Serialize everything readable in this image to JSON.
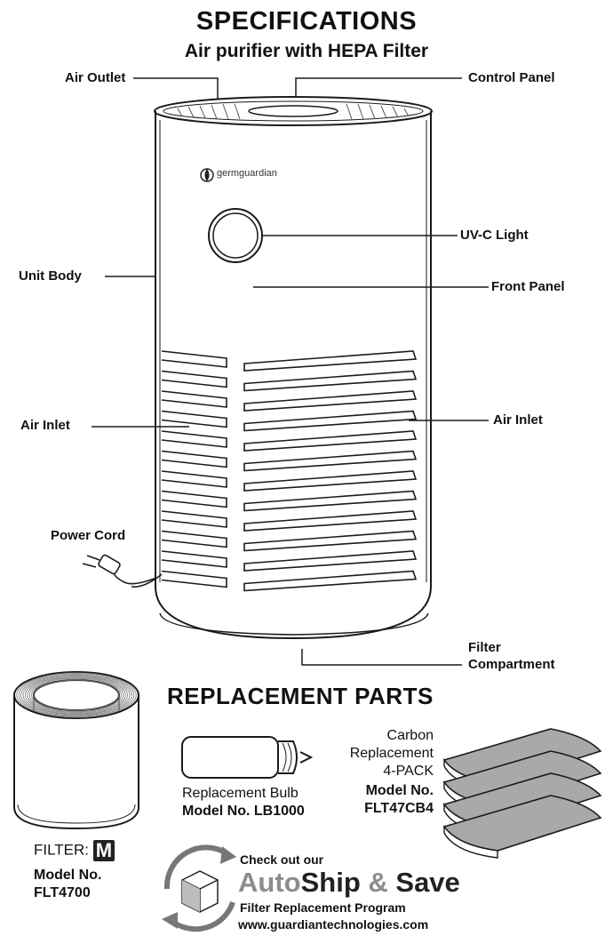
{
  "header": {
    "title": "SPECIFICATIONS",
    "subtitle": "Air purifier with HEPA Filter"
  },
  "brand": "germguardian",
  "callouts": {
    "air_outlet": "Air Outlet",
    "control_panel": "Control Panel",
    "uv_light": "UV-C Light",
    "unit_body": "Unit Body",
    "front_panel": "Front Panel",
    "air_inlet_left": "Air Inlet",
    "air_inlet_right": "Air Inlet",
    "power_cord": "Power Cord",
    "filter_compartment_1": "Filter",
    "filter_compartment_2": "Compartment"
  },
  "replacement": {
    "heading": "REPLACEMENT PARTS",
    "filter_label": "FILTER:",
    "filter_badge": "M",
    "filter_model_1": "Model No.",
    "filter_model_2": "FLT4700",
    "bulb_name": "Replacement Bulb",
    "bulb_model": "Model No. LB1000",
    "carbon_1": "Carbon",
    "carbon_2": "Replacement",
    "carbon_3": "4-PACK",
    "carbon_model_1": "Model No.",
    "carbon_model_2": "FLT47CB4"
  },
  "promo": {
    "check": "Check out our",
    "auto": "Auto",
    "ship": "Ship",
    "amp": " & ",
    "save": "Save",
    "program": "Filter Replacement Program",
    "url": "www.guardiantechnologies.com"
  }
}
